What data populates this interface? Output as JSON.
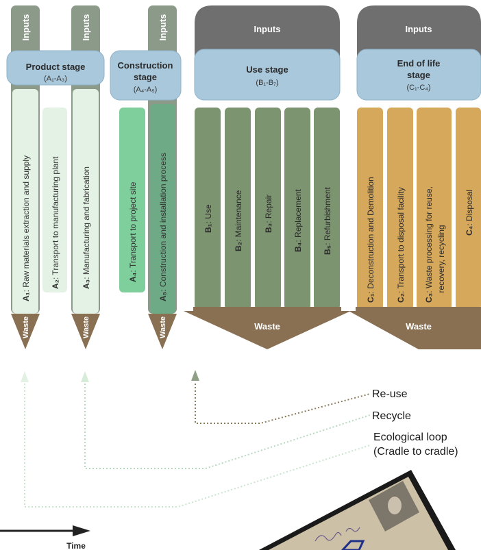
{
  "stages": {
    "product": {
      "title": "Product stage",
      "code": "(A₁-A₃)"
    },
    "construction": {
      "title_l1": "Construction",
      "title_l2": "stage",
      "code": "(A₄-A₅)"
    },
    "use": {
      "title": "Use stage",
      "code": "(B₁-B₇)"
    },
    "end_of_life": {
      "title_l1": "End of life",
      "title_l2": "stage",
      "code": "(C₁-C₄)"
    }
  },
  "inputs_label": "Inputs",
  "waste_label": "Waste",
  "modules": {
    "a1": {
      "code": "A₁",
      "label": ": Raw materials extraction and supply"
    },
    "a2": {
      "code": "A₂",
      "label": ": Transport to manufacturing plant"
    },
    "a3": {
      "code": "A₃",
      "label": ": Manufacturing and fabrication"
    },
    "a4": {
      "code": "A₄",
      "label": ": Transport to project site"
    },
    "a5": {
      "code": "A₅",
      "label": ": Construction and installation process"
    },
    "b1": {
      "code": "B₁",
      "label": ": Use"
    },
    "b2": {
      "code": "B₂",
      "label": ": Maintenance"
    },
    "b3": {
      "code": "B₃",
      "label": ": Repair"
    },
    "b4": {
      "code": "B₄",
      "label": ": Replacement"
    },
    "b5": {
      "code": "B₅",
      "label": ": Refurbishment"
    },
    "c1": {
      "code": "C₁",
      "label": ": Deconstruction and Demolition"
    },
    "c2": {
      "code": "C₂",
      "label": ": Transport to disposal facility"
    },
    "c3": {
      "code": "C₃",
      "label_l1": ": Waste processing for reuse,",
      "label_l2": "recovery, recycling"
    },
    "c4": {
      "code": "C₄",
      "label": ": Disposal"
    }
  },
  "loops": {
    "reuse": "Re-use",
    "recycle": "Recycle",
    "ecological_l1": "Ecological loop",
    "ecological_l2": "(Cradle to cradle)"
  },
  "time_label": "Time",
  "colors": {
    "column_grey": "#8c9a8a",
    "inputs_dark": "#6f6f6f",
    "stage_blue": "#a9c8dc",
    "a1_fill": "#e4f2e6",
    "a4_fill": "#7fcf9d",
    "a5_fill": "#6faa86",
    "b_fill": "#7d9471",
    "c_fill": "#d6a85c",
    "waste_brown": "#8a7053"
  }
}
